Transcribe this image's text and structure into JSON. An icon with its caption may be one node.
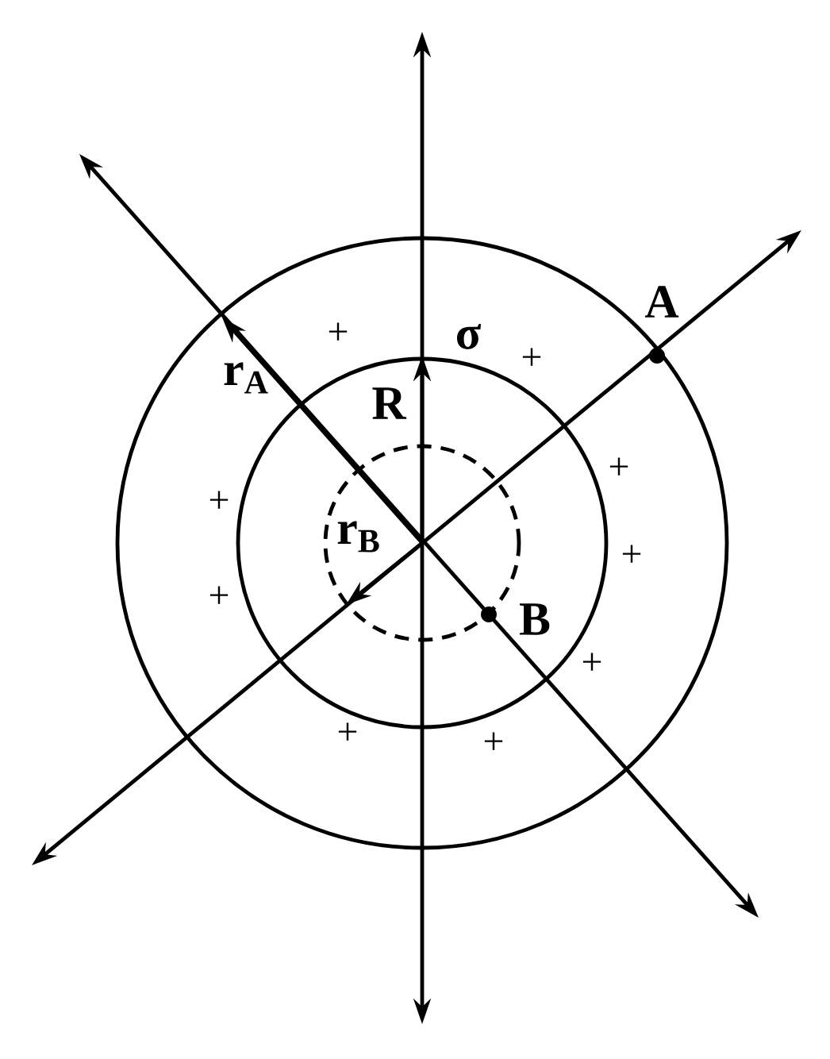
{
  "diagram": {
    "labels": [
      "A",
      "σ",
      "+",
      "+",
      "r$_{A}$",
      "R",
      "+",
      "+",
      "r$_{B}$",
      "+",
      "+",
      "B",
      "+",
      "+",
      "+"
    ]
  }
}
